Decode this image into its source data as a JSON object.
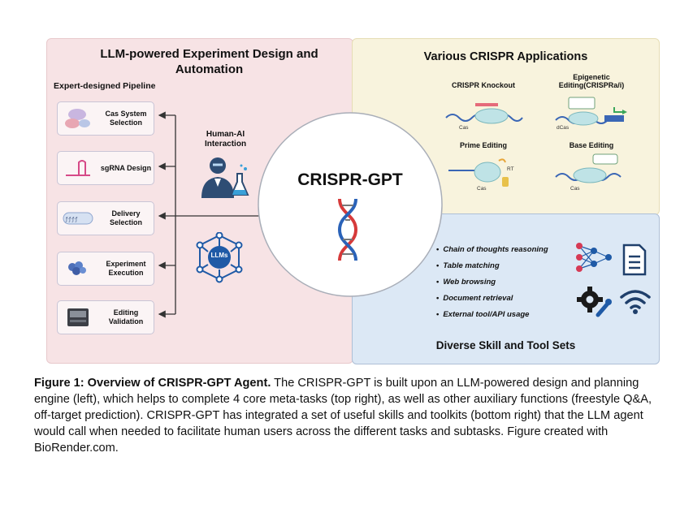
{
  "left": {
    "title": "LLM-powered Experiment Design and Automation",
    "pipeline_label": "Expert-designed Pipeline",
    "steps": [
      {
        "label": "Cas System Selection"
      },
      {
        "label": "sgRNA Design"
      },
      {
        "label": "Delivery Selection"
      },
      {
        "label": "Experiment Execution"
      },
      {
        "label": "Editing Validation"
      }
    ],
    "human_ai_label": "Human-AI Interaction",
    "llms_label": "LLMs"
  },
  "center": {
    "title": "CRISPR-GPT"
  },
  "top_right": {
    "title": "Various CRISPR Applications",
    "apps": [
      {
        "label": "CRISPR Knockout",
        "tag": "Cas"
      },
      {
        "label": "Epigenetic Editing(CRISPRa/i)",
        "tag": "dCas"
      },
      {
        "label": "Prime Editing",
        "tag": "Cas"
      },
      {
        "label": "Base Editing",
        "tag": "Cas"
      }
    ]
  },
  "bottom_right": {
    "skills": [
      "Chain of thoughts reasoning",
      "Table matching",
      "Web browsing",
      "Document retrieval",
      "External tool/API usage"
    ],
    "title": "Diverse Skill and Tool Sets"
  },
  "caption": {
    "bold": "Figure 1: Overview of CRISPR-GPT Agent.",
    "text": " The CRISPR-GPT is built upon an LLM-powered design and planning engine (left), which helps to complete 4 core meta-tasks (top right), as well as other auxiliary functions (freestyle Q&A, off-target prediction). CRISPR-GPT has integrated a set of useful skills and toolkits (bottom right) that the LLM agent would call when needed to facilitate human users across the different tasks and subtasks. Figure created with BioRender.com."
  },
  "colors": {
    "left_panel": "#f7e3e5",
    "top_right_panel": "#f8f3dd",
    "bottom_right_panel": "#dce8f5",
    "accent_blue": "#1f5aa6",
    "dna_red": "#d63a3a",
    "dna_blue": "#2a62b8"
  }
}
